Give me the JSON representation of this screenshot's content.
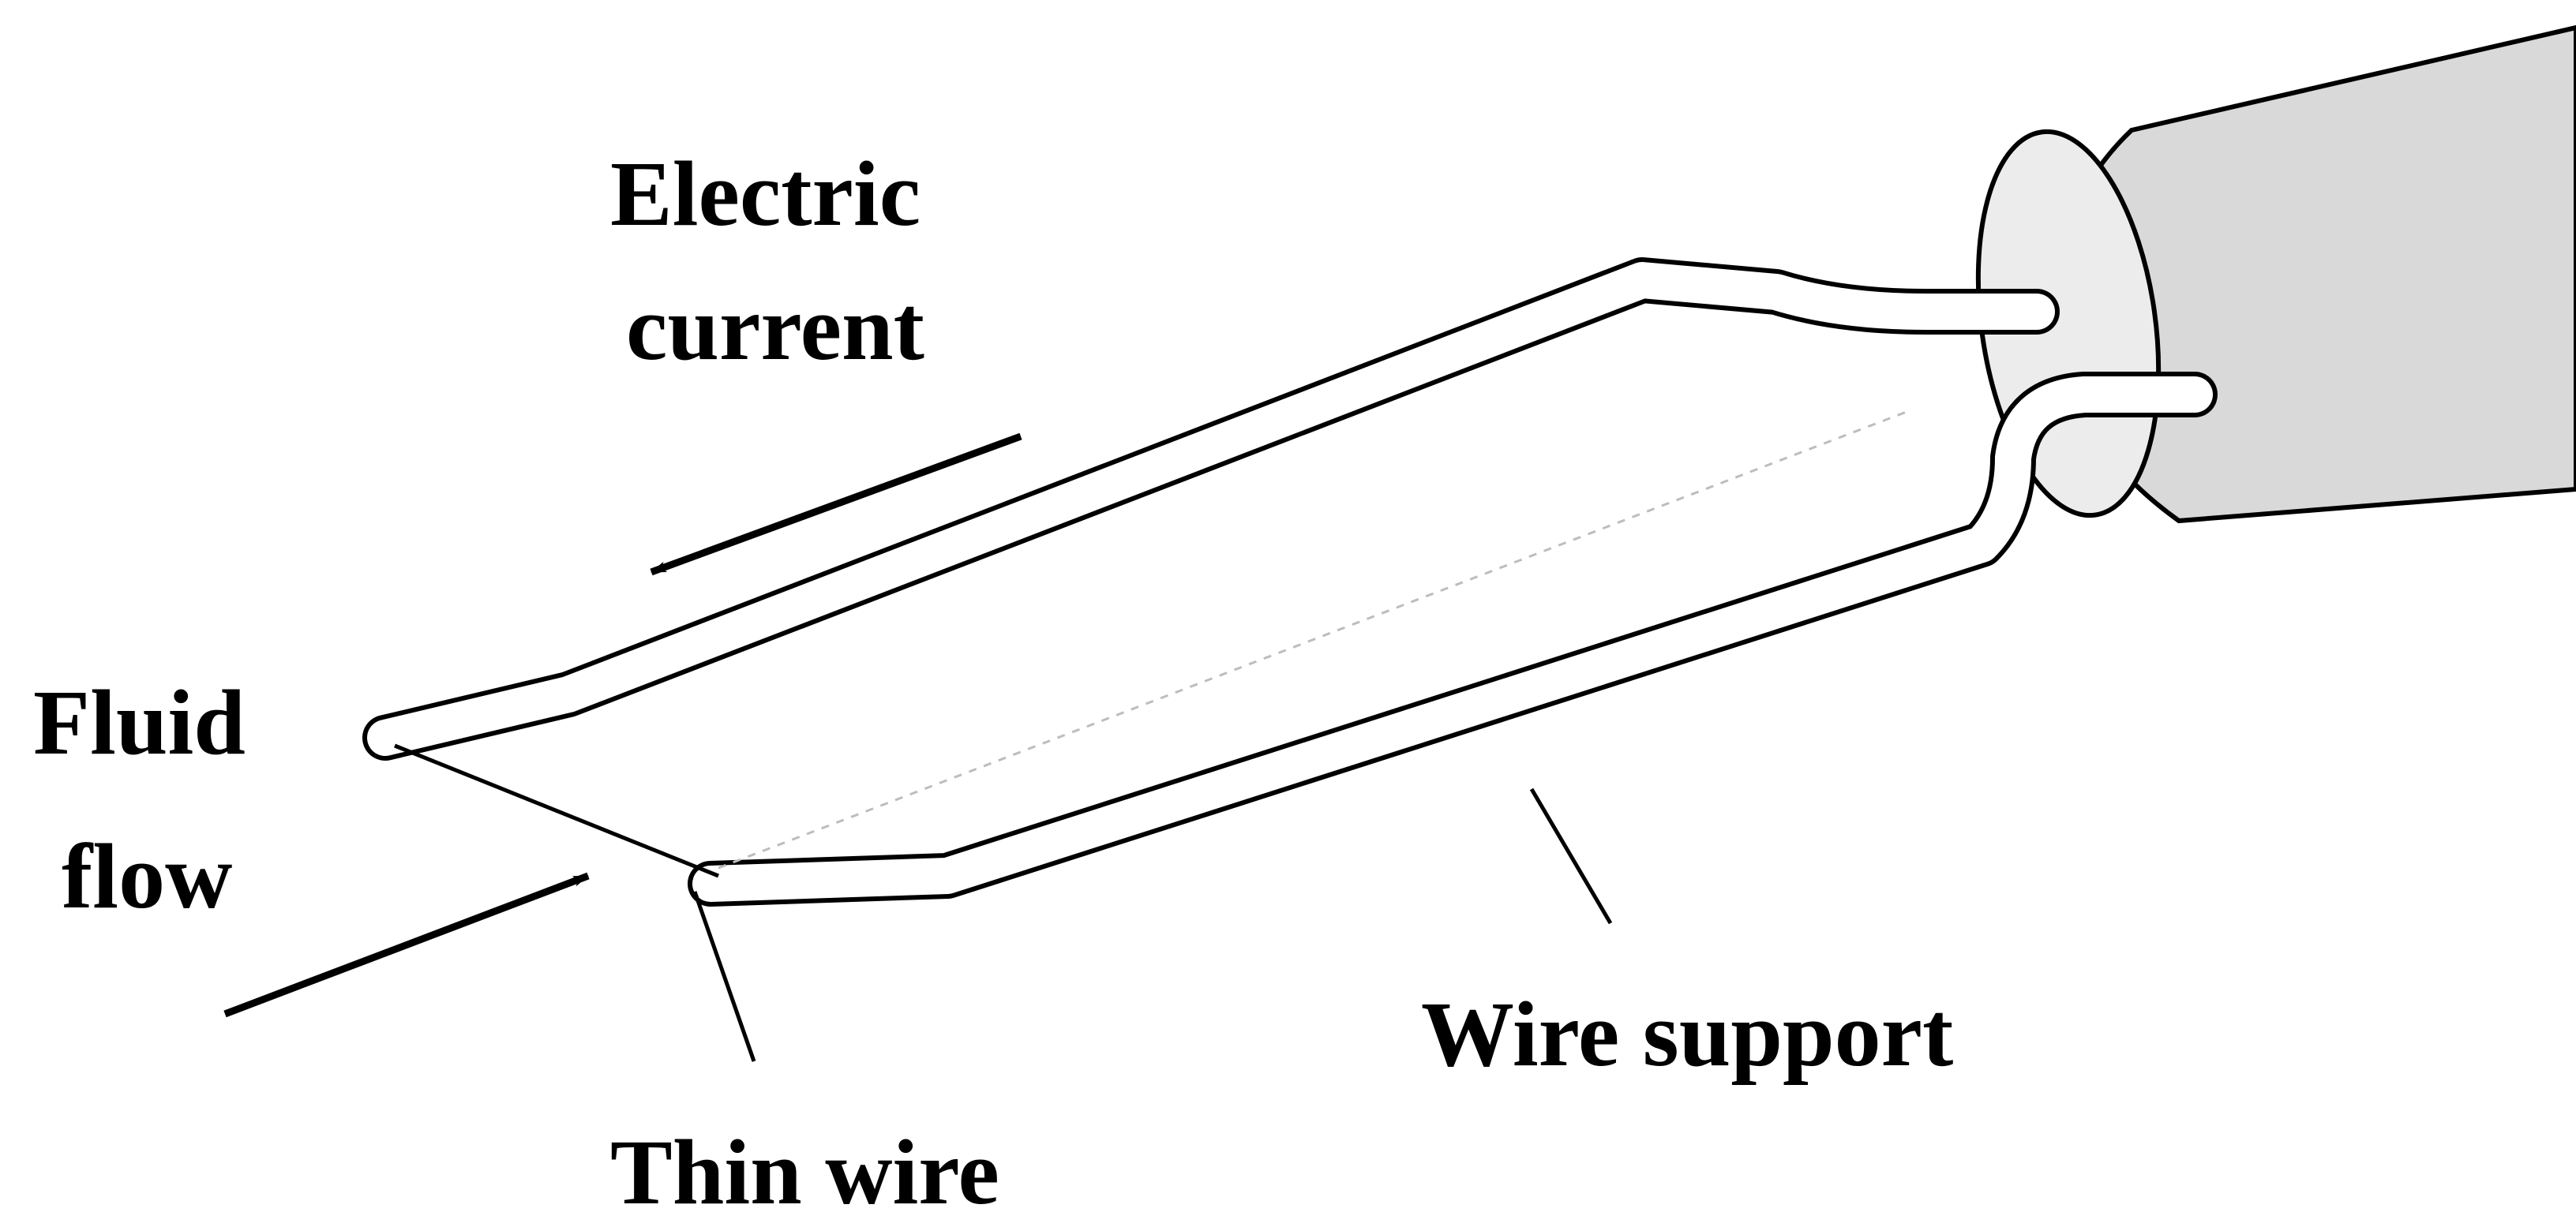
{
  "labels": {
    "electric_current_line1": "Electric",
    "electric_current_line2": "current",
    "fluid_flow_line1": "Fluid",
    "fluid_flow_line2": "flow",
    "wire_support": "Wire support",
    "thin_wire": "Thin wire"
  },
  "colors": {
    "ink": "#000000",
    "probe_body": "#d9d9d9",
    "probe_face": "#ececec",
    "wire_fill": "#ffffff",
    "sensor_wire": "#bdbdbd"
  }
}
